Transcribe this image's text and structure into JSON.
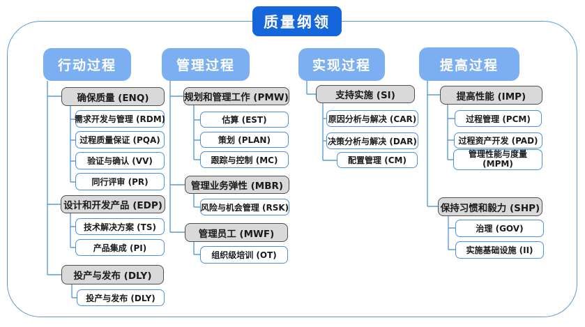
{
  "diagram": {
    "title": "质量纲领",
    "columns": [
      {
        "label": "行动过程",
        "groups": [
          {
            "label": "确保质量 (ENQ)",
            "children": [
              "需求开发与管理 (RDM)",
              "过程质量保证 (PQA)",
              "验证与确认 (VV)",
              "同行评审 (PR)"
            ]
          },
          {
            "label": "设计和开发产品 (EDP)",
            "children": [
              "技术解决方案 (TS)",
              "产品集成 (PI)"
            ]
          },
          {
            "label": "投产与发布 (DLY)",
            "children": [
              "投产与发布 (DLY)"
            ]
          }
        ]
      },
      {
        "label": "管理过程",
        "groups": [
          {
            "label": "规划和管理工作 (PMW)",
            "children": [
              "估算 (EST)",
              "策划 (PLAN)",
              "跟踪与控制 (MC)"
            ]
          },
          {
            "label": "管理业务弹性 (MBR)",
            "children": [
              "风险与机会管理 (RSK)"
            ]
          },
          {
            "label": "管理员工 (MWF)",
            "children": [
              "组织级培训 (OT)"
            ]
          }
        ]
      },
      {
        "label": "实现过程",
        "groups": [
          {
            "label": "支持实施 (SI)",
            "children": [
              "原因分析与解决 (CAR)",
              "决策分析与解决 (DAR)",
              "配置管理 (CM)"
            ]
          }
        ]
      },
      {
        "label": "提高过程",
        "groups": [
          {
            "label": "提高性能 (IMP)",
            "children": [
              "过程管理 (PCM)",
              "过程资产开发 (PAD)",
              "管理性能与度量 (MPM)"
            ]
          },
          {
            "label": "保持习惯和毅力 (SHP)",
            "children": [
              "治理 (GOV)",
              "实施基础设施 (II)"
            ]
          }
        ]
      }
    ]
  },
  "colors": {
    "root_blue": "#1565DB",
    "header_blue": "#7CAFF1",
    "connector_blue": "#5B9BD5",
    "leaf_border_blue": "#4A90E2",
    "group_fill": "#D9D9D9",
    "group_border": "#4D4D4D",
    "text_dark": "#1A1A1A",
    "background": "#FFFFFF"
  }
}
